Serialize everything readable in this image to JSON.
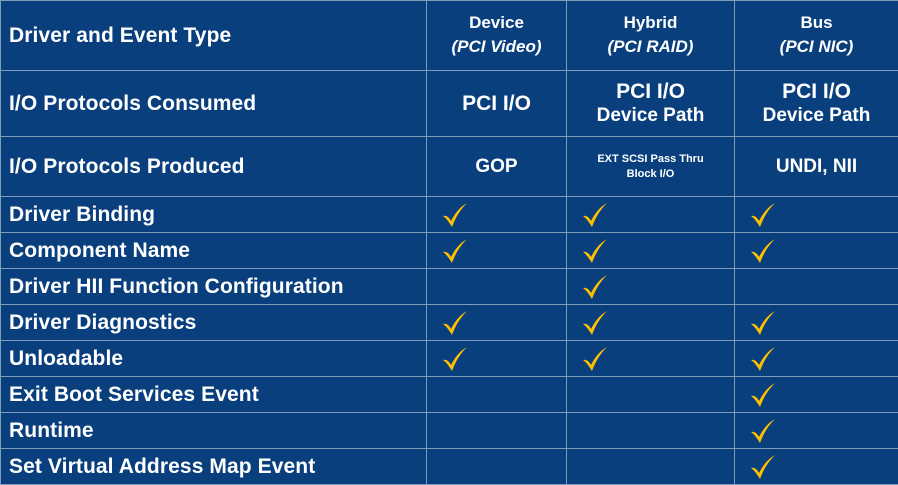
{
  "colors": {
    "background": "#0a3f7e",
    "border": "#7f9db9",
    "text": "#ffffff",
    "check": "#ffc000"
  },
  "header": {
    "label": "Driver and Event Type",
    "columns": [
      {
        "title": "Device",
        "subtitle": "(PCI Video)"
      },
      {
        "title": "Hybrid",
        "subtitle": "(PCI RAID)"
      },
      {
        "title": "Bus",
        "subtitle": "(PCI NIC)"
      }
    ]
  },
  "consumed": {
    "label": "I/O Protocols Consumed",
    "cells": [
      {
        "line1": "PCI I/O",
        "line2": ""
      },
      {
        "line1": "PCI I/O",
        "line2": "Device Path"
      },
      {
        "line1": "PCI I/O",
        "line2": "Device Path"
      }
    ]
  },
  "produced": {
    "label": "I/O Protocols Produced",
    "cells": [
      {
        "line1": "GOP",
        "line2": ""
      },
      {
        "line1": "EXT SCSI Pass Thru",
        "line2": "Block I/O"
      },
      {
        "line1": "UNDI, NII",
        "line2": ""
      }
    ]
  },
  "features": [
    {
      "label": "Driver Binding",
      "checks": [
        true,
        true,
        true
      ]
    },
    {
      "label": "Component Name",
      "checks": [
        true,
        true,
        true
      ]
    },
    {
      "label": "Driver  HII Function Configuration",
      "checks": [
        false,
        true,
        false
      ]
    },
    {
      "label": "Driver Diagnostics",
      "checks": [
        true,
        true,
        true
      ]
    },
    {
      "label": "Unloadable",
      "checks": [
        true,
        true,
        true
      ]
    },
    {
      "label": "Exit Boot Services  Event",
      "checks": [
        false,
        false,
        true
      ]
    },
    {
      "label": "Runtime",
      "checks": [
        false,
        false,
        true
      ]
    },
    {
      "label": "Set Virtual Address Map Event",
      "checks": [
        false,
        false,
        true
      ]
    }
  ]
}
